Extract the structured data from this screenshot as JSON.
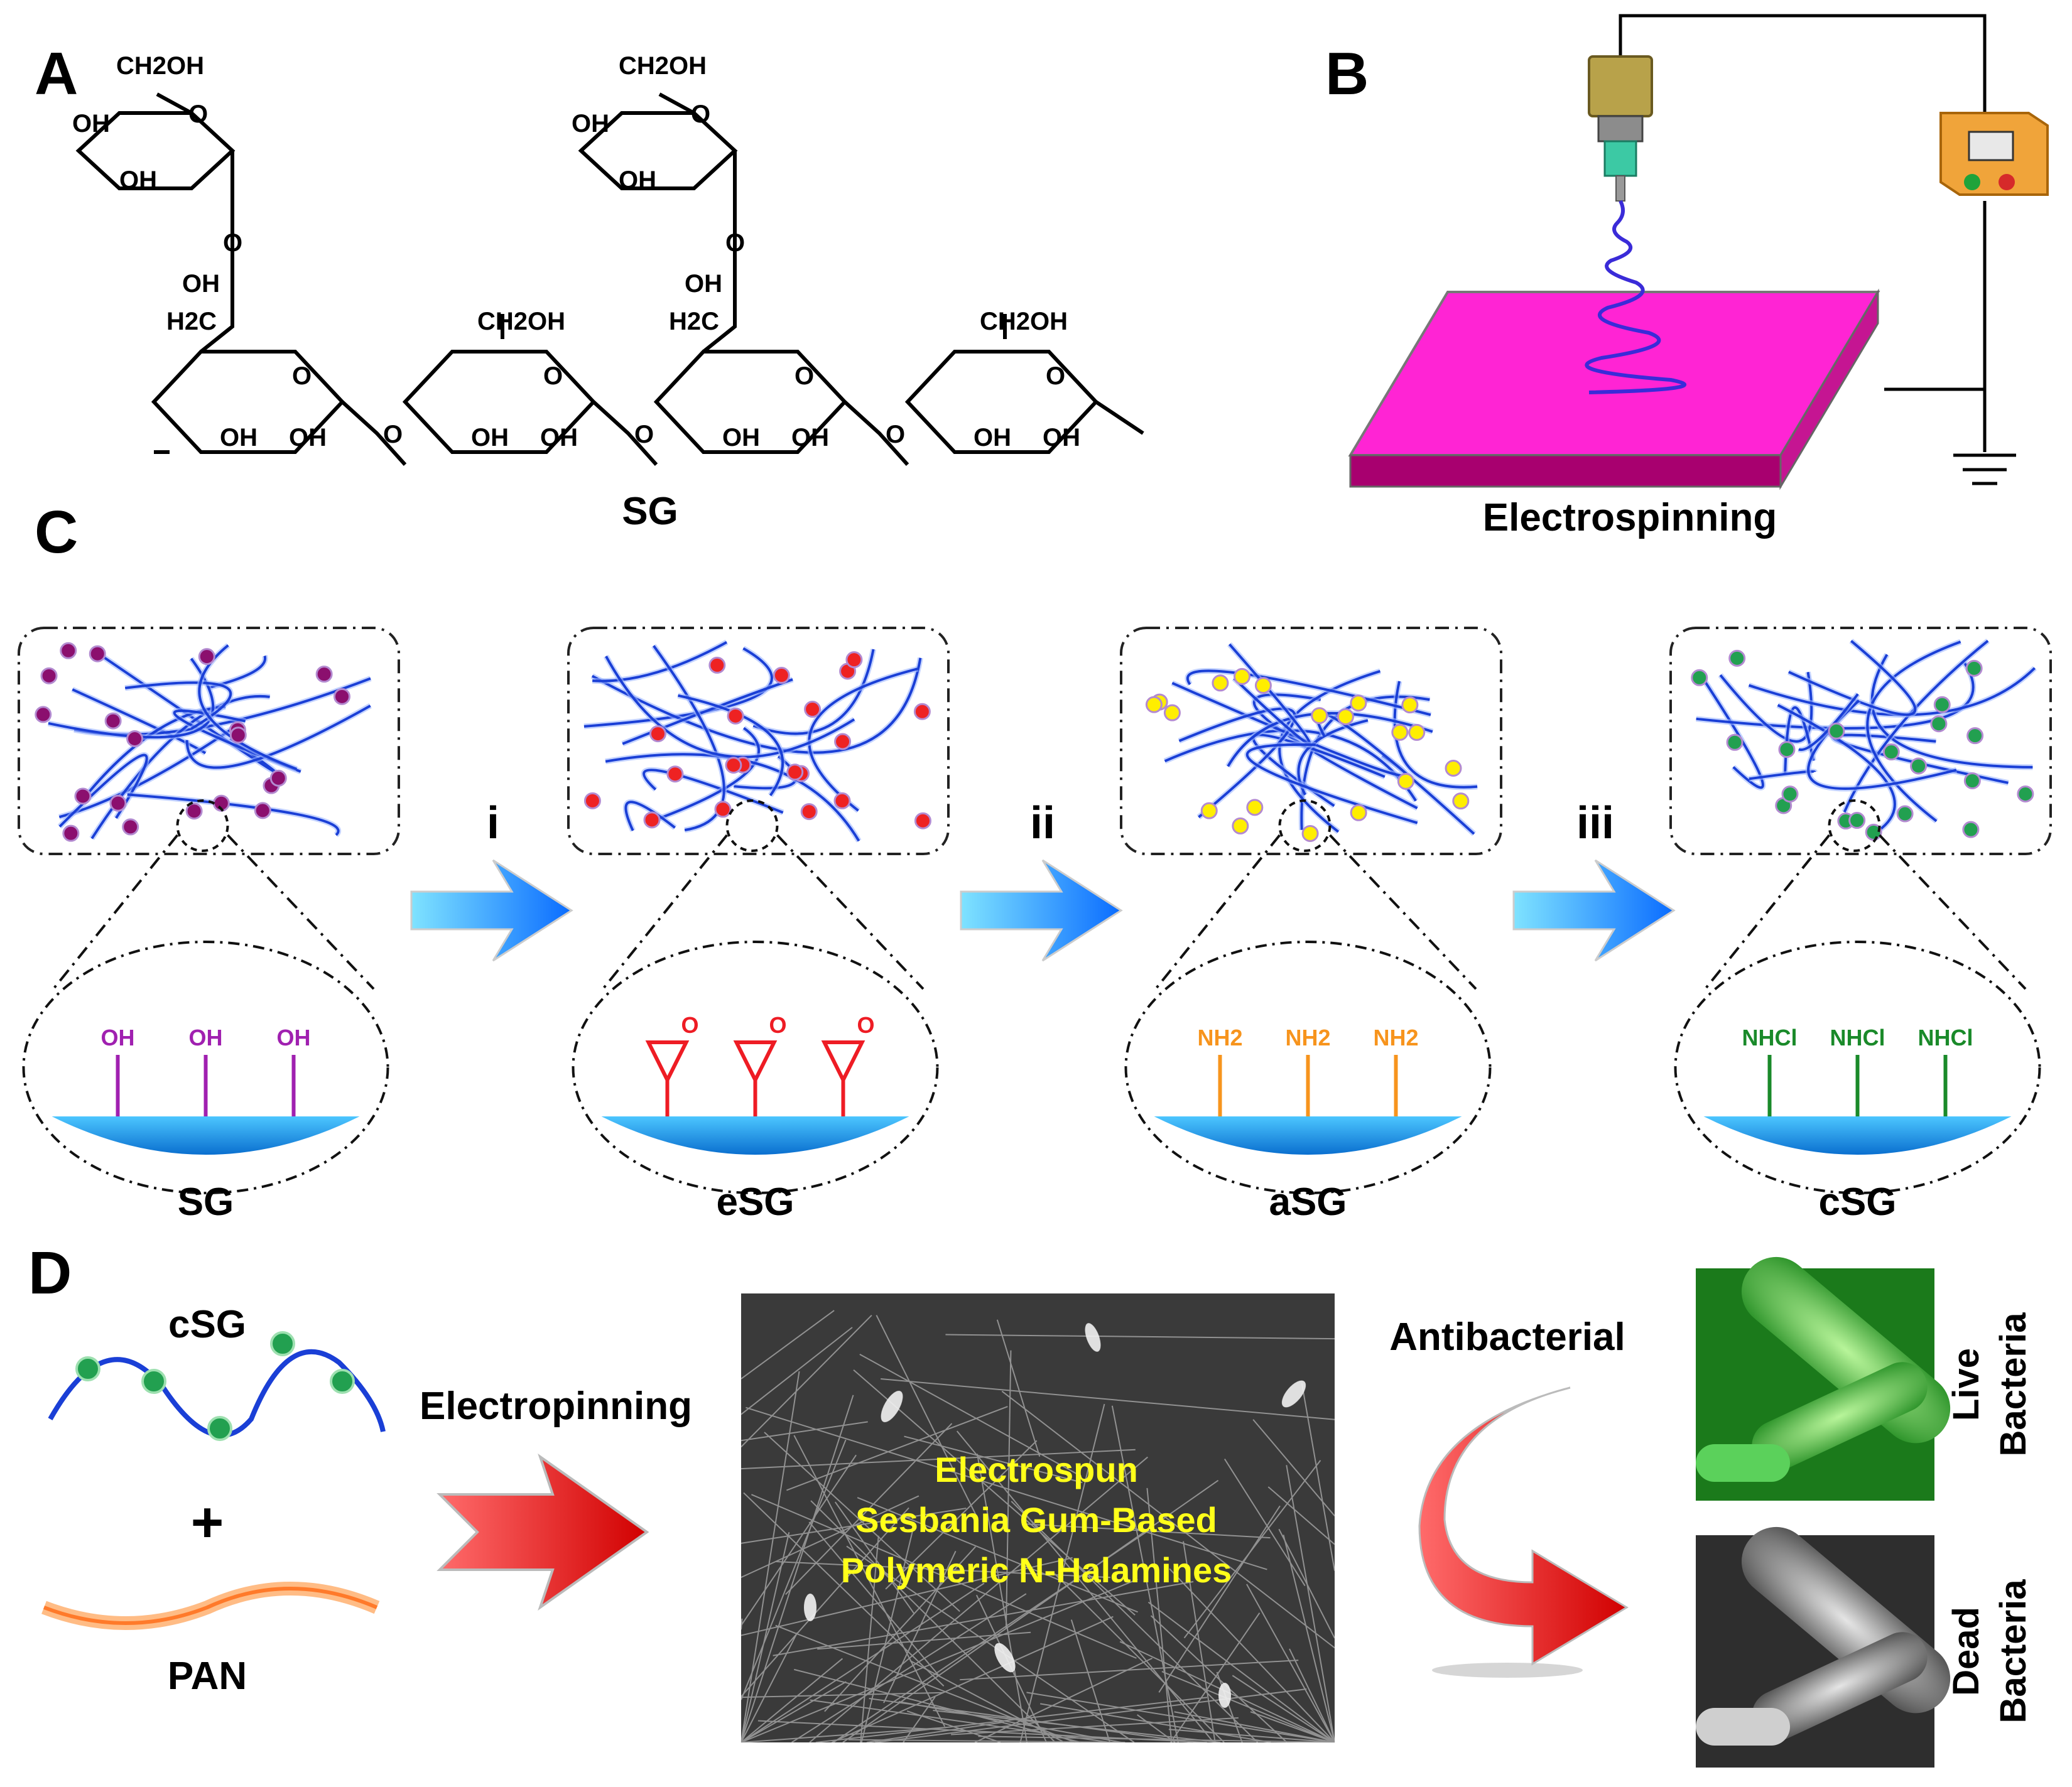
{
  "panels": {
    "A": {
      "letter": "A",
      "caption": "SG",
      "groups": {
        "ch2oh": "CH2OH",
        "oh": "OH",
        "o": "O",
        "h2c": "H2C"
      }
    },
    "B": {
      "letter": "B",
      "caption": "Electrospinning"
    },
    "C": {
      "letter": "C",
      "steps": [
        "i",
        "ii",
        "iii"
      ],
      "stages": [
        {
          "name": "SG",
          "group": "OH",
          "dot_color": "#8b0f6e",
          "group_color": "#a020b0"
        },
        {
          "name": "eSG",
          "group": "O",
          "dot_color": "#ee2222",
          "group_color": "#ee1c24"
        },
        {
          "name": "aSG",
          "group": "NH2",
          "dot_color": "#ffee00",
          "group_color": "#f7941d"
        },
        {
          "name": "cSG",
          "group": "NHCl",
          "dot_color": "#22a050",
          "group_color": "#1a8a2a"
        }
      ]
    },
    "D": {
      "letter": "D",
      "component1": "cSG",
      "plus": "+",
      "component2": "PAN",
      "process": "Electropinning",
      "membrane_title": [
        "Electrospun",
        "Sesbania Gum-Based",
        "Polymeric N-Halamines"
      ],
      "effect": "Antibacterial",
      "live_label": [
        "Live",
        "Bacteria"
      ],
      "dead_label": [
        "Dead",
        "Bacteria"
      ]
    }
  },
  "colors": {
    "fiber": "#1a3fd6",
    "arrow_blue": "#1e8cff",
    "arrow_red": "#e8141c",
    "plate": "#ff1ec8",
    "surface": "#1ea0e6"
  }
}
